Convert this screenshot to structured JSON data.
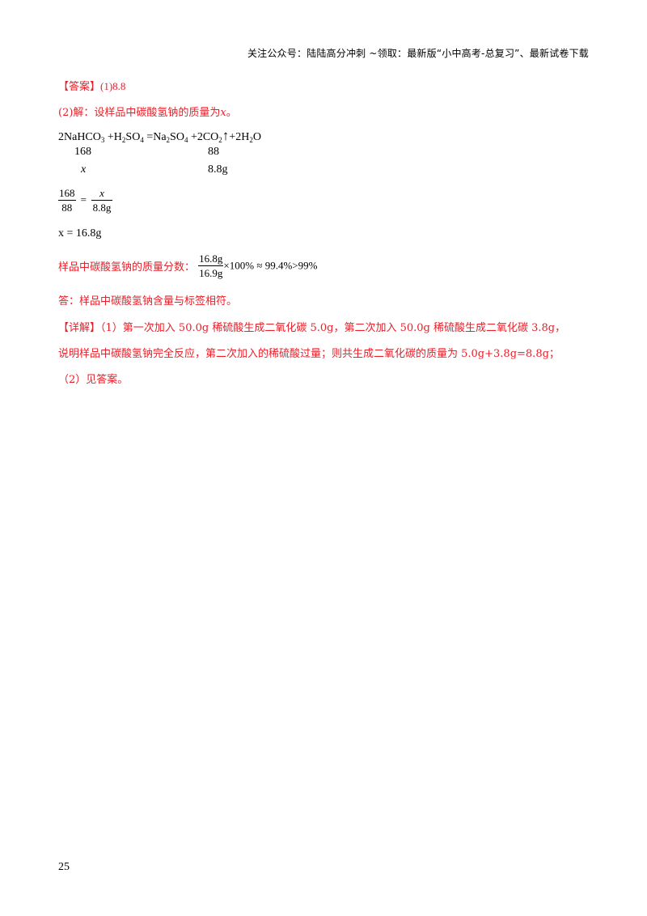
{
  "header": {
    "text": "关注公众号：陆陆高分冲刺  ~领取：最新版“小中高考-总复习”、最新试卷下载"
  },
  "answer": {
    "label": "【答案】",
    "part1": "(1)8.8",
    "part2_intro": "(2)解：设样品中碳酸氢钠的质量为",
    "part2_var": "x",
    "part2_end": "。"
  },
  "equation": {
    "coef1": "2NaHCO",
    "sub1": "3",
    "plus1": " +H",
    "sub2": "2",
    "so4a": "SO",
    "sub3": "4",
    "eq": " =Na",
    "sub4": "2",
    "so4b": "SO",
    "sub5": "4",
    "plus2": " +2CO",
    "sub6": "2",
    "arrow": "↑",
    "plus3": "+2H",
    "sub7": "2",
    "o": "O"
  },
  "ratio_row": {
    "left": "168",
    "right": "88"
  },
  "unknown_row": {
    "left": "x",
    "right": "8.8g"
  },
  "proportion": {
    "num_left": "168",
    "den_left": "88",
    "equals": "=",
    "num_right": "x",
    "den_right": "8.8g"
  },
  "result": {
    "text": "x = 16.8g"
  },
  "fraction_line": {
    "label": "样品中碳酸氢钠的质量分数：",
    "num": "16.8g",
    "den": "16.9g",
    "rest": "×100% ≈ 99.4%>99%"
  },
  "conclusion": "答：样品中碳酸氢钠含量与标签相符。",
  "detail": {
    "label": "【详解】",
    "line1": "（1）第一次加入 50.0g 稀硫酸生成二氧化碳 5.0g，第二次加入 50.0g 稀硫酸生成二氧化碳 3.8g，",
    "line2": "说明样品中碳酸氢钠完全反应，第二次加入的稀硫酸过量；则共生成二氧化碳的质量为 5.0g+3.8g=8.8g；",
    "line3": "（2）见答案。"
  },
  "page_number": "25"
}
